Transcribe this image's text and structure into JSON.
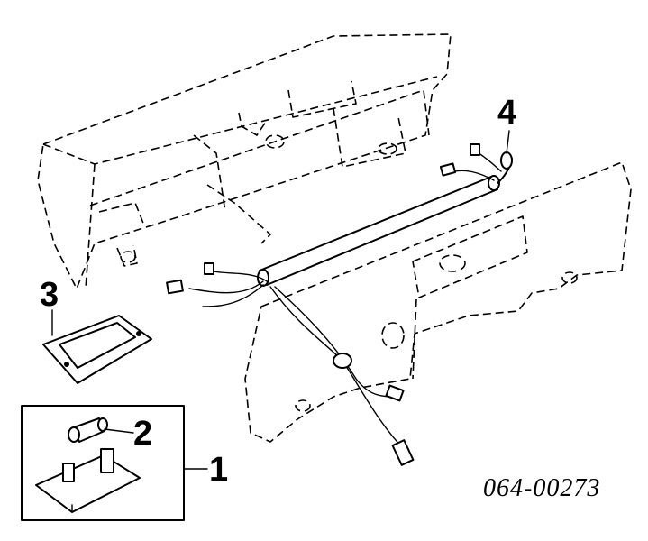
{
  "diagram": {
    "part_number": "064-00273",
    "callouts": [
      {
        "label": "1",
        "part": "lamp assembly"
      },
      {
        "label": "2",
        "part": "bulb"
      },
      {
        "label": "3",
        "part": "gasket"
      },
      {
        "label": "4",
        "part": "harness"
      }
    ]
  },
  "colors": {
    "ink": "#000000",
    "background": "#ffffff"
  }
}
